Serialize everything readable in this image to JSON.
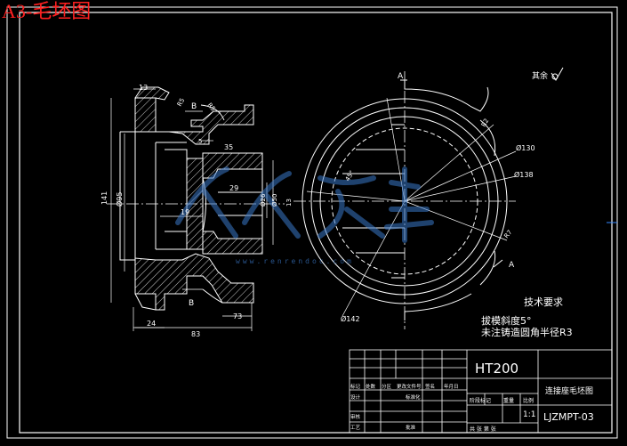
{
  "banner": {
    "title": "A3-毛坯图"
  },
  "drawing": {
    "roughness_label": "其余",
    "section_labels": {
      "a_top": "A",
      "a_bottom": "A",
      "b_top": "B",
      "b_bottom": "B"
    },
    "dimensions": {
      "d13": "13",
      "d35": "35",
      "d5": "5",
      "d29": "29",
      "d19": "19",
      "d141": "141",
      "d95": "Ø95",
      "d26": "Ø26",
      "d50": "Ø50",
      "d24": "24",
      "d83": "83",
      "d73": "73",
      "r5": "R5",
      "r5b": "R5",
      "d130": "Ø130",
      "d138": "Ø138",
      "d142": "Ø142",
      "r2": "R2",
      "r7": "R7",
      "d45": "45°",
      "d13b": "13"
    },
    "watermark": {
      "text": "人人文库",
      "url": "www.renrendoc.com"
    }
  },
  "notes": {
    "heading": "技术要求",
    "line1": "拔模斜度5°",
    "line2": "未注铸造圆角半径R3"
  },
  "title_block": {
    "material": "HT200",
    "part_name": "连接座毛坯图",
    "drawing_no": "LJZMPT-03",
    "scale": "1:1",
    "scale_label": "比例",
    "weight_label": "重量",
    "stage_label": "阶段标记",
    "headers": [
      "标记",
      "处数",
      "分区",
      "更改文件号",
      "签名",
      "年月日"
    ],
    "designer": "设计",
    "standard": "标准化",
    "checker": "审核",
    "process": "工艺",
    "approve": "批准",
    "sheets": "共  张  第  张"
  },
  "colors": {
    "line": "#ffffff",
    "hatch": "#ffffff",
    "center": "#ffffff",
    "banner": "#ff2020",
    "watermark": "#3a78c8"
  }
}
